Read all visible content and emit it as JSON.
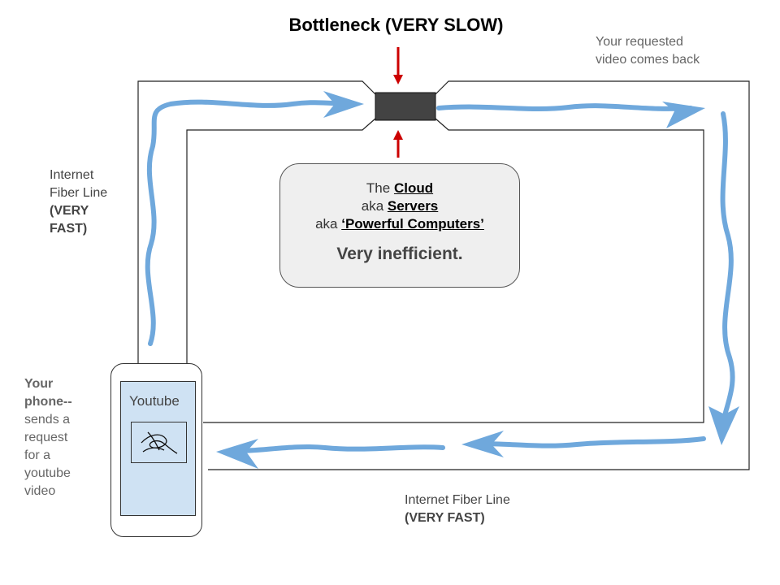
{
  "title": "Bottleneck (VERY SLOW)",
  "video_back": {
    "line1": "Your requested",
    "line2": "video comes back"
  },
  "left_label": {
    "line1": "Internet",
    "line2": "Fiber Line",
    "line3": "(VERY",
    "line4": "FAST)"
  },
  "bottom_label": {
    "line1": "Internet Fiber Line",
    "line2": "(VERY FAST)"
  },
  "cloud": {
    "line1_prefix": "The ",
    "line1_emph": "Cloud",
    "line2_prefix": "aka ",
    "line2_emph": "Servers",
    "line3_prefix": "aka ",
    "line3_emph": "‘Powerful Computers’",
    "verdict": "Very inefficient."
  },
  "phone_label": {
    "bold1": "Your",
    "bold2": "phone--",
    "line3": "sends a",
    "line4": "request",
    "line5": "for a",
    "line6": "youtube",
    "line7": "video"
  },
  "phone_screen": {
    "title": "Youtube"
  },
  "colors": {
    "arrow": "#6fa8dc",
    "bottleneck": "#434343",
    "pointer": "#cc0000"
  },
  "icons": [
    "bottleneck-device",
    "wavy-flow-arrow",
    "red-pointer-arrow",
    "video-thumbnail"
  ]
}
